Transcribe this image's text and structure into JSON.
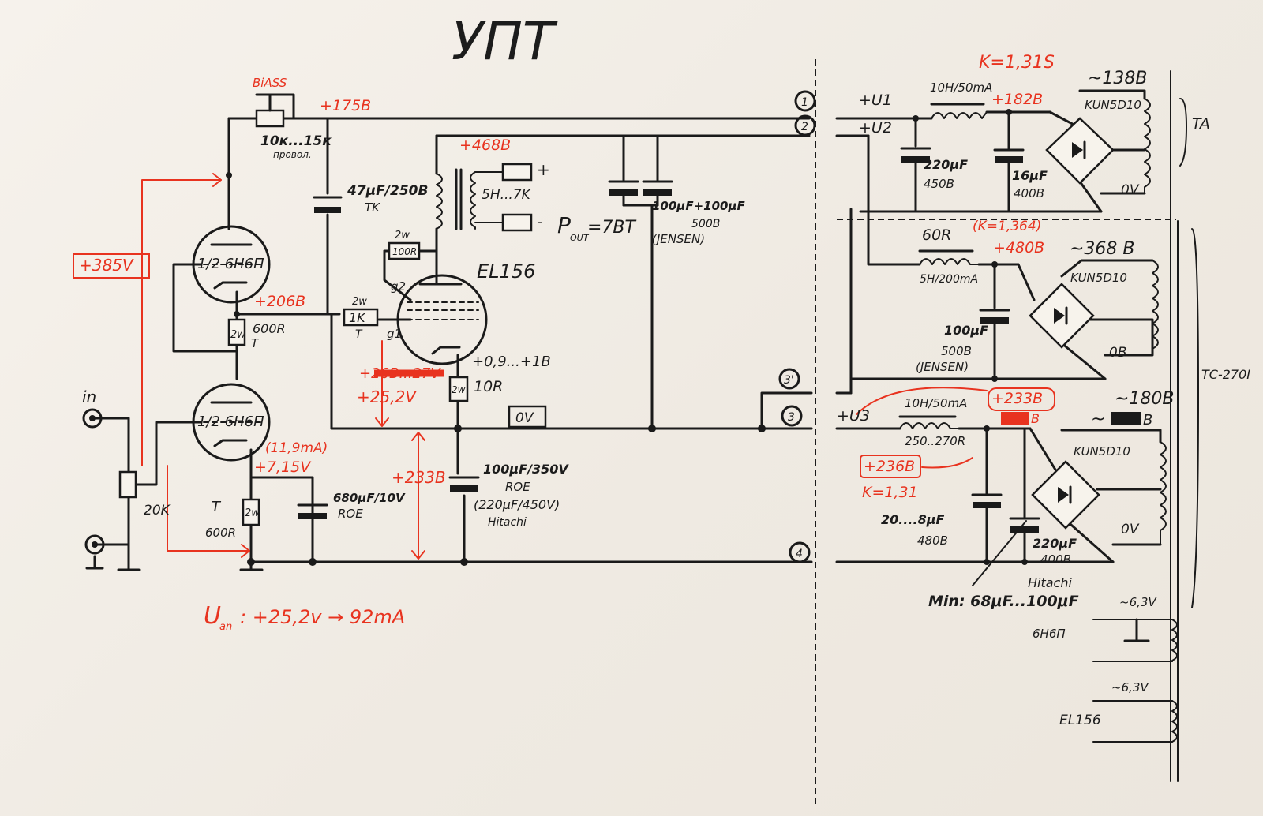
{
  "title": "УПТ",
  "bias": "BiASS",
  "resistors": {
    "bias_pot": "10к...15к",
    "bias_pot_note": "провол.",
    "mid_2w": "2w",
    "mid_600r": "600R",
    "mid_t": "T",
    "cath_t": "T",
    "cath_600r": "600R",
    "cath_2w": "2w",
    "grid_2w": "2w",
    "grid_1k": "1K",
    "grid_t": "T",
    "g2_2w": "2w",
    "g2_100r": "100R",
    "k_2w": "2w",
    "k_10r": "10R",
    "pot_20k": "20K"
  },
  "tubes": {
    "upper": "1/2 6Н6П",
    "lower": "1/2 6Н6П",
    "output": "EL156",
    "g2": "g2",
    "g1": "g1"
  },
  "caps": {
    "c47_value": "47μF/250B",
    "c47_type": "TK",
    "c100_100_value": "100μF+100μF",
    "c100_100_volt": "500B",
    "c100_100_brand": "(JENSEN)",
    "c680_value": "680μF/10V",
    "c680_brand": "ROE",
    "c100_350_value": "100μF/350V",
    "c100_350_brand": "ROE",
    "c100_350_alt": "(220μF/450V)",
    "c100_350_alt_brand": "Hitachi",
    "c220_450_value": "220μF",
    "c220_450_volt": "450B",
    "c16_value": "16μF",
    "c16_volt": "400B",
    "c100_500_value": "100μF",
    "c100_500_volt": "500B",
    "c100_500_brand": "(JENSEN)",
    "c20_value": "20....8μF",
    "c20_volt": "480B",
    "c220_400_value": "220μF",
    "c220_400_volt": "400B",
    "c220_400_brand": "Hitachi",
    "cmin": "Min: 68μF...100μF"
  },
  "transformer": {
    "impedance": "5H...7K",
    "pout": "P",
    "pout_sub": "OUT",
    "pout_value": "=7BT",
    "plus": "+",
    "minus": "-"
  },
  "supply": {
    "choke1": "10H/50mA",
    "choke2_r": "60R",
    "choke2": "5H/200mA",
    "choke3": "10H/50mA",
    "choke3_r": "250..270R",
    "bridge1": "KUN5D10",
    "bridge2": "KUN5D10",
    "bridge3": "KUN5D10",
    "ac1": "~138B",
    "ac2": "~368 B",
    "ac3": "~180B",
    "ac3b": "~",
    "ac3b_tail": "B",
    "zero1": "0V",
    "zero2": "0B",
    "zero3": "0V",
    "ta": "TA",
    "tc": "TC-270I",
    "heater1": "~6,3V",
    "heater1_tube": "6Н6П",
    "heater2": "~6,3V",
    "heater2_tube": "EL156"
  },
  "nodes": {
    "n1": "1",
    "n2": "2",
    "n3p": "3'",
    "n3": "3",
    "n4": "4",
    "u1": "+U1",
    "u2": "+U2",
    "u3": "+U3",
    "ov": "0V",
    "in": "in"
  },
  "red": {
    "v175": "+175B",
    "v468": "+468B",
    "v385": "+385V",
    "v206": "+206B",
    "v26": "+26B...27V",
    "v252": "+25,2V",
    "v09": "+0,9...+1B",
    "i119": "(11,9mA)",
    "v715": "+7,15V",
    "v233": "+233B",
    "k131s": "K=1,31S",
    "v182": "+182B",
    "k1364": "(K=1,364)",
    "v480": "+480B",
    "v233b": "+233B",
    "v236": "+236B",
    "k131": "K=1,31",
    "b_tail": "B",
    "ua": "U",
    "ua_sub": "an",
    "ua_value": ": +25,2v → 92mA"
  }
}
